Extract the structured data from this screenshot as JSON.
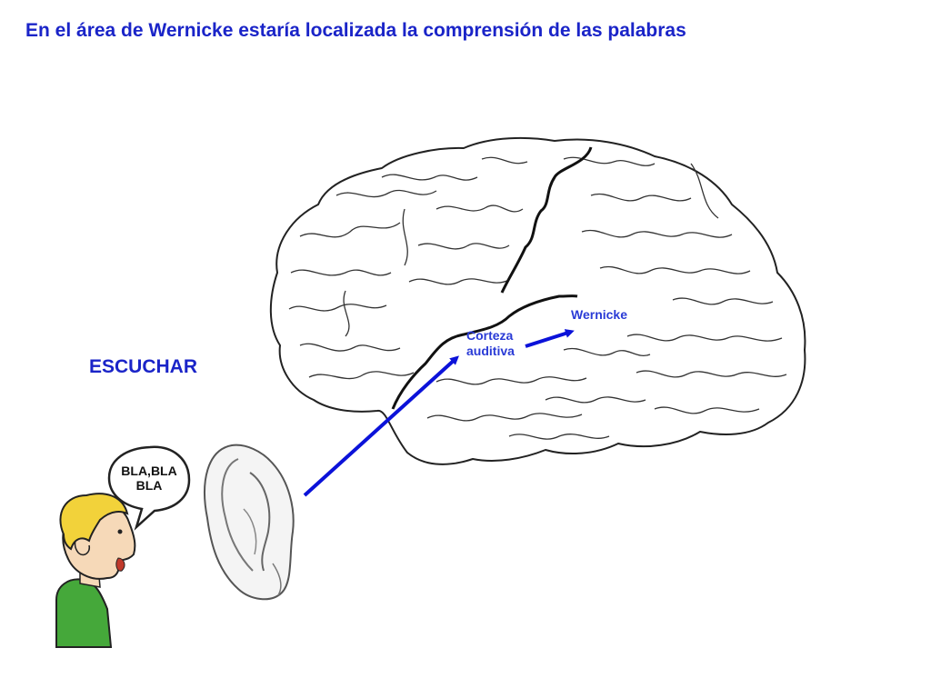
{
  "title": "En el área de Wernicke estaría localizada la comprensión de las palabras",
  "action_label": "ESCUCHAR",
  "labels": {
    "wernicke": "Wernicke",
    "corteza_line1": "Corteza",
    "corteza_line2": "auditiva"
  },
  "speech_bubble": {
    "line1": "BLA,BLA",
    "line2": "BLA"
  },
  "colors": {
    "title": "#1a24c8",
    "arrow": "#0b12d9",
    "shirt": "#45a83a",
    "hair": "#f2d23a",
    "skin": "#f6d9b8"
  }
}
